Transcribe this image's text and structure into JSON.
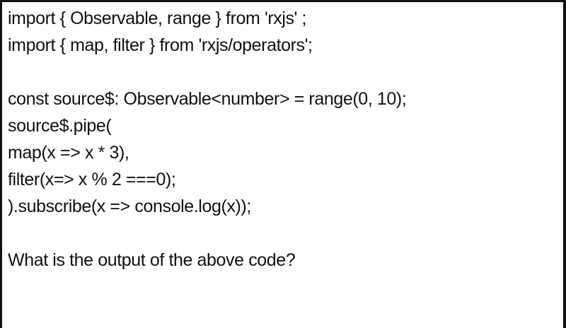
{
  "code": {
    "line1": "import { Observable, range } from 'rxjs' ;",
    "line2": "import { map, filter } from 'rxjs/operators';",
    "line4": "const source$: Observable<number> = range(0, 10);",
    "line5": "source$.pipe(",
    "line6": "map(x => x * 3),",
    "line7": "filter(x=> x % 2 ===0);",
    "line8": ").subscribe(x => console.log(x));"
  },
  "question": "What is the output of the above code?"
}
